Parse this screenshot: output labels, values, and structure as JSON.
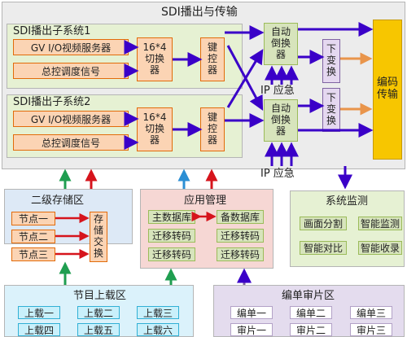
{
  "sdi": {
    "title": "SDI播出与传输",
    "subsystem1": "SDI播出子系统1",
    "subsystem2": "SDI播出子系统2",
    "gv_server": "GV I/O视频服务器",
    "master_signal": "总控调度信号",
    "switcher": [
      "16*4",
      "切换",
      "器"
    ],
    "key_controller": [
      "键",
      "控",
      "器"
    ],
    "auto_switch": [
      "自动",
      "倒换",
      "器"
    ],
    "down_convert": [
      "下",
      "变",
      "换"
    ],
    "encoder": [
      "编码",
      "传输"
    ],
    "ip_emergency": "IP 应急"
  },
  "storage": {
    "title": "二级存储区",
    "nodes": [
      "节点一",
      "节点二",
      "节点三"
    ],
    "exchange": [
      "存",
      "储",
      "交",
      "换"
    ]
  },
  "app": {
    "title": "应用管理",
    "main_db": "主数据库",
    "backup_db": "备数据库",
    "migrate": "迁移转码"
  },
  "monitor": {
    "title": "系统监测",
    "items": [
      "画面分割",
      "智能监测",
      "智能对比",
      "智能收录"
    ]
  },
  "upload": {
    "title": "节目上载区",
    "items": [
      "上载一",
      "上载二",
      "上载三",
      "上载四",
      "上载五",
      "上载六"
    ]
  },
  "review": {
    "title": "编单审片区",
    "items": [
      "编单一",
      "编单二",
      "编单三",
      "审片一",
      "审片二",
      "审片三"
    ]
  },
  "colors": {
    "blue_arrow": "#3a00c8",
    "green_arrow": "#1f9e50",
    "red_arrow": "#d6141c",
    "teal_arrow": "#2c8fd4",
    "orange_arrow": "#e9954b"
  }
}
